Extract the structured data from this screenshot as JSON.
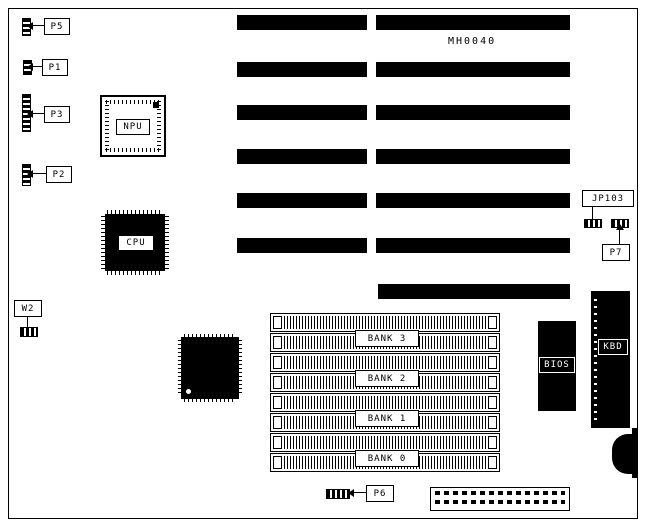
{
  "diagram": {
    "board_id": "MH0040",
    "labels": {
      "p5": "P5",
      "p1": "P1",
      "p3": "P3",
      "p2": "P2",
      "w2": "W2",
      "npu": "NPU",
      "cpu": "CPU",
      "jp103": "JP103",
      "p7": "P7",
      "p6": "P6",
      "bios": "BIOS",
      "kbd": "KBD",
      "bank3": "BANK 3",
      "bank2": "BANK 2",
      "bank1": "BANK 1",
      "bank0": "BANK 0"
    }
  }
}
